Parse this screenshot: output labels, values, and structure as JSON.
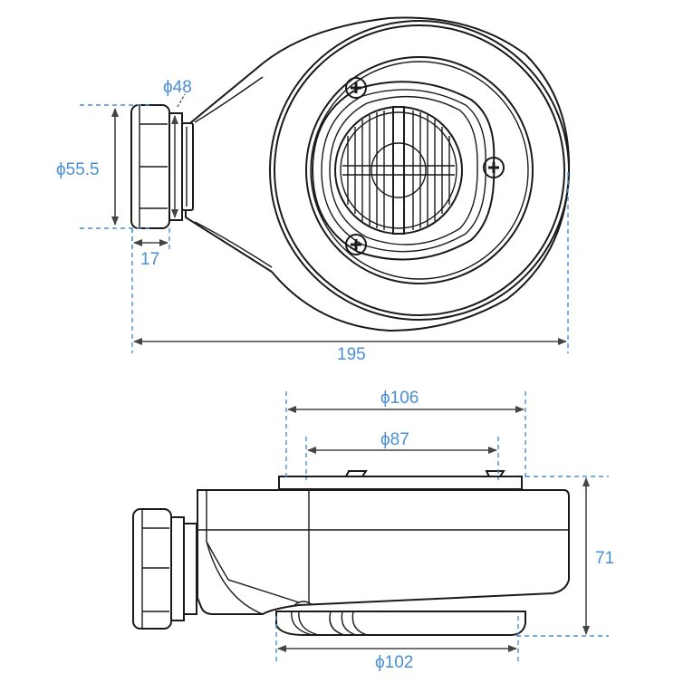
{
  "drawing": {
    "title": "Shower drain technical drawing",
    "units": "mm",
    "accent_color": "#4a8fd4",
    "line_color": "#1a1a1a"
  },
  "top_view": {
    "dimensions": {
      "outlet_inner_diameter": "ϕ48",
      "outlet_outer_diameter": "ϕ55.5",
      "outlet_nut_length": "17",
      "overall_length": "195"
    }
  },
  "side_view": {
    "dimensions": {
      "flange_diameter": "ϕ106",
      "grate_diameter": "ϕ87",
      "body_diameter": "ϕ102",
      "overall_height": "71"
    }
  }
}
